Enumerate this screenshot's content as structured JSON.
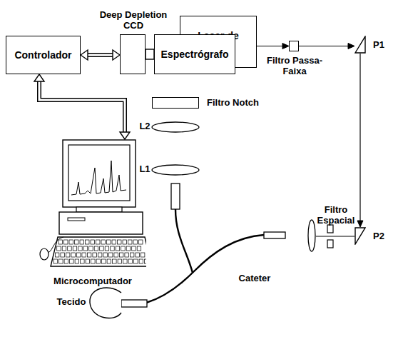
{
  "diagram": {
    "nodes": [
      {
        "text": [
          "Laser de Diodo"
        ]
      },
      {
        "text": [
          "Filtro Passa-Faixa"
        ]
      },
      {
        "text": [
          "P1"
        ]
      },
      {
        "text": [
          "Controlador"
        ]
      },
      {
        "text": [
          "Deep Depletion CCD"
        ]
      },
      {
        "text": [
          "Espectrógrafo"
        ]
      },
      {
        "text": [
          "Filtro Notch"
        ]
      },
      {
        "text": [
          "Microcomputador"
        ]
      },
      {
        "text": [
          "P2"
        ]
      }
    ],
    "edges": [
      {
        "from": 0,
        "to": 1,
        "arrow": "to"
      },
      {
        "from": 1,
        "to": 2,
        "arrow": "to"
      },
      {
        "from": 2,
        "to": 8,
        "arrow": "to"
      },
      {
        "from": 3,
        "to": 4,
        "arrow": "both"
      },
      {
        "from": 4,
        "to": 5,
        "arrow": "none"
      },
      {
        "from": 3,
        "to": 7,
        "arrow": "both"
      }
    ],
    "labels": [
      "Filtro Espacial",
      "L2",
      "L1",
      "Cateter",
      "Tecido"
    ]
  }
}
